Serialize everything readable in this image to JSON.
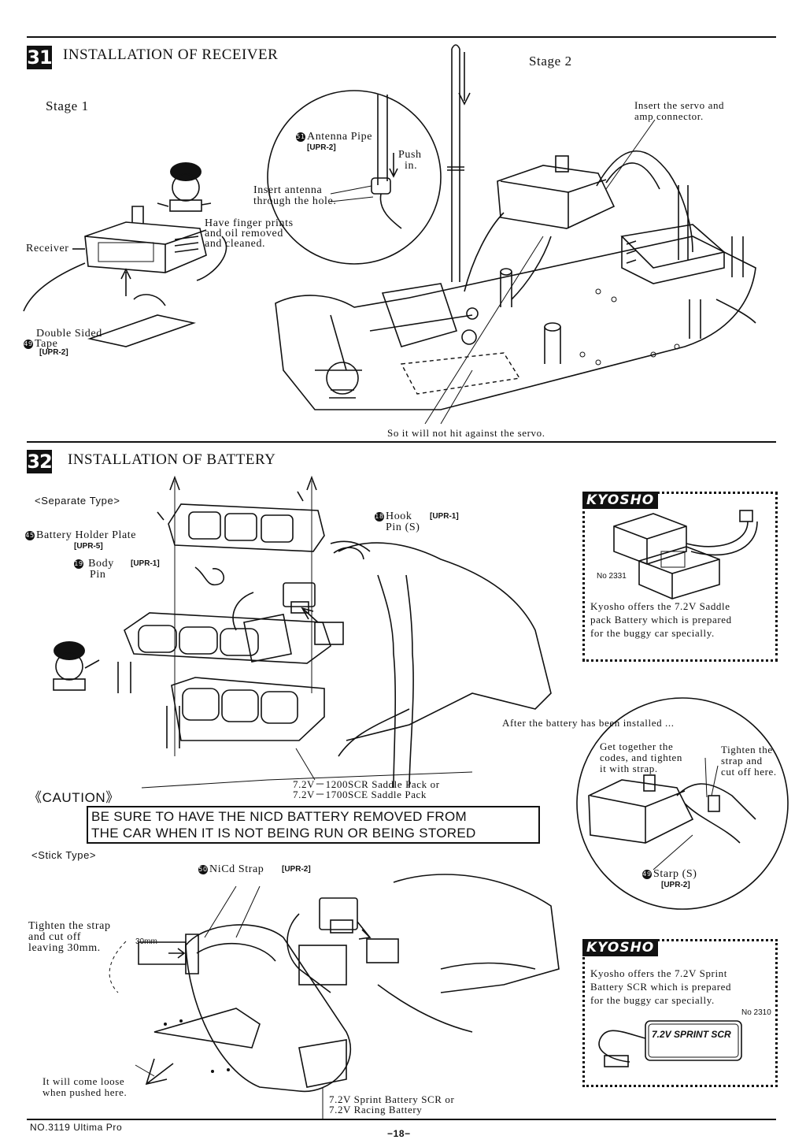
{
  "sections": [
    {
      "number": "31",
      "title": "INSTALLATION OF RECEIVER"
    },
    {
      "number": "32",
      "title": "INSTALLATION OF BATTERY"
    }
  ],
  "receiver": {
    "stage1": "Stage 1",
    "stage2": "Stage 2",
    "receiver_label": "Receiver",
    "finger_note": [
      "Have finger prints",
      "and oil removed",
      "and cleaned."
    ],
    "tape_label": [
      "Double Sided",
      "Tape"
    ],
    "tape_num": "49",
    "tape_part": "[UPR-2]",
    "antenna_num": "51",
    "antenna_label": "Antenna Pipe",
    "antenna_part": "[UPR-2]",
    "push_in": [
      "Push",
      "in."
    ],
    "insert_antenna": [
      "Insert antenna",
      "through the hole."
    ],
    "insert_servo": [
      "Insert the servo and",
      "amp connector."
    ],
    "servo_note": "So it will not hit against the servo."
  },
  "battery": {
    "separate_type": "<Separate Type>",
    "holder_num": "45",
    "holder_label": "Battery Holder Plate",
    "holder_part": "[UPR-5]",
    "body_pin_num": "19",
    "body_pin_label": [
      "Body",
      "Pin"
    ],
    "body_pin_part": "[UPR-1]",
    "hook_num": "18",
    "hook_label": [
      "Hook",
      "Pin  (S)"
    ],
    "hook_part": "[UPR-1]",
    "saddle_pack": [
      "7.2V－1200SCR Saddle Pack or",
      "7.2V－1700SCE Saddle Pack"
    ],
    "caution_title": "《CAUTION》",
    "caution_lines": [
      "BE SURE TO HAVE THE NICD BATTERY REMOVED FROM",
      "THE CAR WHEN IT IS NOT BEING RUN OR BEING STORED"
    ],
    "stick_type": "<Stick Type>",
    "strap_num": "50",
    "strap_label": "NiCd Strap",
    "strap_part": "[UPR-2]",
    "tighten_strap": [
      "Tighten the strap",
      "and cut off",
      "leaving 30mm."
    ],
    "mm30": "30mm",
    "come_loose": [
      "It will come loose",
      "when pushed here."
    ],
    "sprint_battery": [
      "7.2V  Sprint  Battery  SCR  or",
      "7.2V  Racing  Battery"
    ],
    "after_installed": "After the battery has been installed ...",
    "get_together": [
      "Get together the",
      "codes, and tighten",
      "it with strap."
    ],
    "tighten_cut": [
      "Tighten the",
      "strap and",
      "cut off here."
    ],
    "starp_num": "49",
    "starp_label": "Starp  (S)",
    "starp_part": "[UPR-2]"
  },
  "ads": [
    {
      "brand": "KYOSHO",
      "model_no": "No 2331",
      "text": [
        "Kyosho offers the 7.2V Saddle",
        "pack Battery  which is prepared",
        "for the buggy car specially."
      ]
    },
    {
      "brand": "KYOSHO",
      "model_no": "No 2310",
      "text": [
        "Kyosho offers the 7.2V Sprint",
        "Battery SCR which is prepared",
        "for the buggy car specially."
      ],
      "pack_label": "7.2V SPRINT SCR"
    }
  ],
  "footer": {
    "model": "NO.3119 Ultima Pro",
    "page": "−18−"
  }
}
